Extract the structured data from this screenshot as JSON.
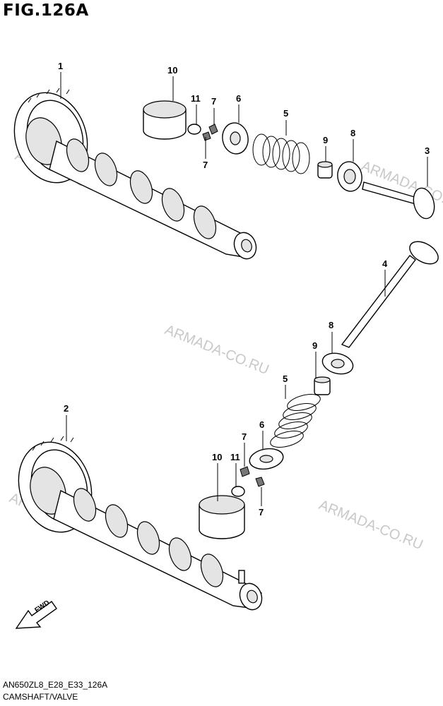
{
  "figure": {
    "title": "FIG.126A",
    "code": "AN650ZL8_E28_E33_126A",
    "name": "CAMSHAFT/VALVE",
    "watermark": "ARMADA-CO.RU",
    "direction_label": "FWD"
  },
  "callouts": [
    {
      "id": "c1",
      "label": "1"
    },
    {
      "id": "c10a",
      "label": "10"
    },
    {
      "id": "c11a",
      "label": "11"
    },
    {
      "id": "c7a",
      "label": "7"
    },
    {
      "id": "c7b",
      "label": "7"
    },
    {
      "id": "c6a",
      "label": "6"
    },
    {
      "id": "c5a",
      "label": "5"
    },
    {
      "id": "c9a",
      "label": "9"
    },
    {
      "id": "c8a",
      "label": "8"
    },
    {
      "id": "c3",
      "label": "3"
    },
    {
      "id": "c4",
      "label": "4"
    },
    {
      "id": "c8b",
      "label": "8"
    },
    {
      "id": "c9b",
      "label": "9"
    },
    {
      "id": "c5b",
      "label": "5"
    },
    {
      "id": "c6b",
      "label": "6"
    },
    {
      "id": "c7c",
      "label": "7"
    },
    {
      "id": "c7d",
      "label": "7"
    },
    {
      "id": "c11b",
      "label": "11"
    },
    {
      "id": "c10b",
      "label": "10"
    },
    {
      "id": "c2",
      "label": "2"
    }
  ]
}
